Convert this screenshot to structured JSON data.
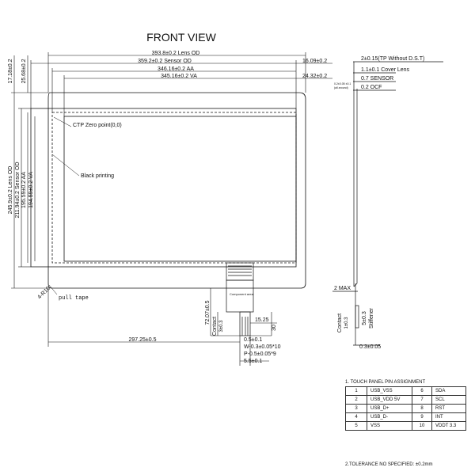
{
  "title": "FRONT VIEW",
  "dimensions": {
    "lens_od_w": "393.8±0.2 Lens OD",
    "sensor_od_w": "359.2±0.2 Sensor OD",
    "aa_w": "346.16±0.2 AA",
    "va_w": "345.16±0.2 VA",
    "lens_od_h": "245.9±0.2 Lens OD",
    "sensor_od_h": "211.94±0.2 Sensor OD",
    "aa_h": "195.59±0.2 AA",
    "va_h": "194.59±0.2 VA",
    "top_offset_a": "17.18±0.2",
    "top_offset_b": "25.68±0.2",
    "right_offset_a": "16.09±0.2",
    "right_offset_b": "24.32±0.2",
    "corner_radius": "4-R10",
    "fpc_length": "72.07±0.5",
    "contact_fpc": "Contact",
    "contact_fpc_tol": "3±0.3",
    "fpc_width": "15.25",
    "fpc_30": "30",
    "pitch_05": "0.5±0.1",
    "width_w": "W-0.3±0.05*10",
    "pitch_p": "P-0.5±0.05*9",
    "fpc_total": "5.5±0.1",
    "offset_297": "297.25±0.5"
  },
  "labels": {
    "ctp_zero": "CTP Zero point(0,0)",
    "black_printing": "Black printing",
    "pull_tape": "pull tape",
    "component_area": "Component area"
  },
  "side_view": {
    "total_thickness": "2±0.15(TP Without D.S.T)",
    "cover_lens": "1.1±0.1 Cover Lens",
    "sensor": "0.7 SENSOR",
    "oca": "0.2 OCF",
    "tiny_a": "0.2±0.05 ±0.1",
    "tiny_b": "(all around)",
    "max": "2 MAX",
    "contact": "Contact",
    "contact_tol": "1±0.3",
    "stiffener_tol": "5±0.3",
    "stiffener": "Stiffener",
    "fpc_thick": "0.3±0.05"
  },
  "pin_table": {
    "title": "1. TOUCH PANEL PIN ASSIGNMENT",
    "rows": [
      {
        "n1": "1",
        "s1": "USB_VSS",
        "n2": "6",
        "s2": "SDA"
      },
      {
        "n1": "2",
        "s1": "USB_VDD 5V",
        "n2": "7",
        "s2": "SCL"
      },
      {
        "n1": "3",
        "s1": "USB_D+",
        "n2": "8",
        "s2": "RST"
      },
      {
        "n1": "4",
        "s1": "USB_D-",
        "n2": "9",
        "s2": "INT"
      },
      {
        "n1": "5",
        "s1": "VSS",
        "n2": "10",
        "s2": "VDDT 3.3"
      }
    ]
  },
  "tolerance_note": "2.TOLERANCE NO SPECIFIED: ±0.2mm"
}
